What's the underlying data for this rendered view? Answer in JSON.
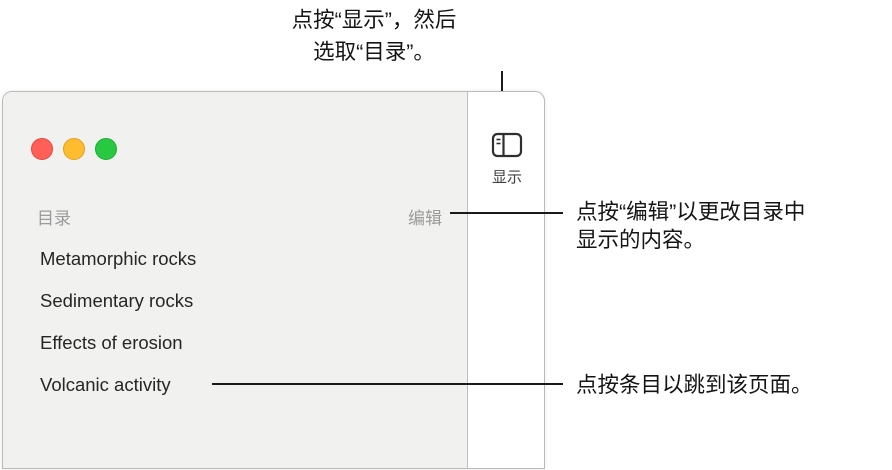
{
  "window": {
    "controls": [
      "close",
      "minimize",
      "zoom"
    ],
    "toolbar": {
      "show_label": "显示"
    },
    "sidebar": {
      "title": "目录",
      "edit_label": "编辑",
      "items": [
        "Metamorphic rocks",
        "Sedimentary rocks",
        "Effects of erosion",
        "Volcanic activity"
      ]
    }
  },
  "callouts": {
    "show": {
      "line1": "点按“显示”，然后",
      "line2": "选取“目录”。"
    },
    "edit": {
      "line1": "点按“编辑”以更改目录中",
      "line2": "显示的内容。"
    },
    "item": {
      "text": "点按条目以跳到该页面。"
    }
  },
  "colors": {
    "traffic_red": "#ff5f57",
    "traffic_yellow": "#febc2e",
    "traffic_green": "#28c840",
    "sidebar_bg": "#f1f1f0",
    "muted_text": "#9b9b9b",
    "callout_line": "#1a1a1a"
  }
}
